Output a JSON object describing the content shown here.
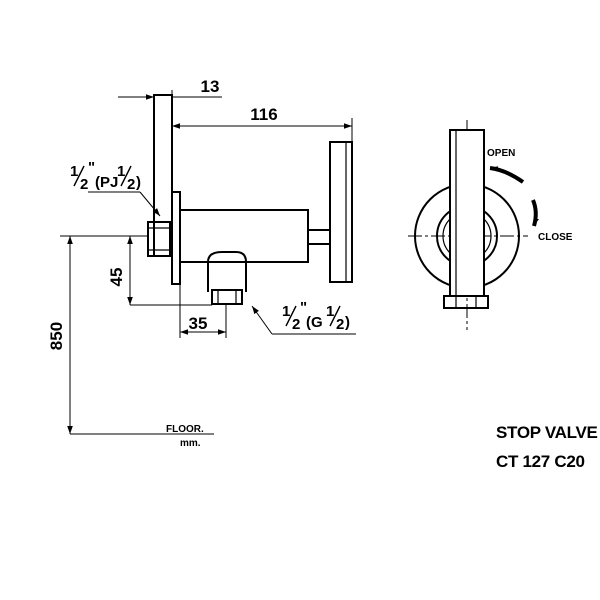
{
  "dimensions": {
    "flange_width": "13",
    "total_length": "116",
    "outlet_offset": "45",
    "outlet_distance": "35",
    "height_from_floor": "850"
  },
  "connections": {
    "inlet": {
      "whole": "1",
      "denominator": "2",
      "inch_mark": "\"",
      "thread_prefix": "(PJ",
      "thread_whole": "1",
      "thread_denominator": "2",
      "close": ")"
    },
    "outlet": {
      "whole": "1",
      "denominator": "2",
      "inch_mark": "\"",
      "thread_prefix": "(G",
      "thread_whole": "1",
      "thread_denominator": "2",
      "close": ")"
    }
  },
  "floor_label": "FLOOR.",
  "unit_label": "mm.",
  "handle_labels": {
    "open": "OPEN",
    "close": "CLOSE"
  },
  "product": {
    "name": "STOP VALVE",
    "code": "CT 127 C20"
  }
}
